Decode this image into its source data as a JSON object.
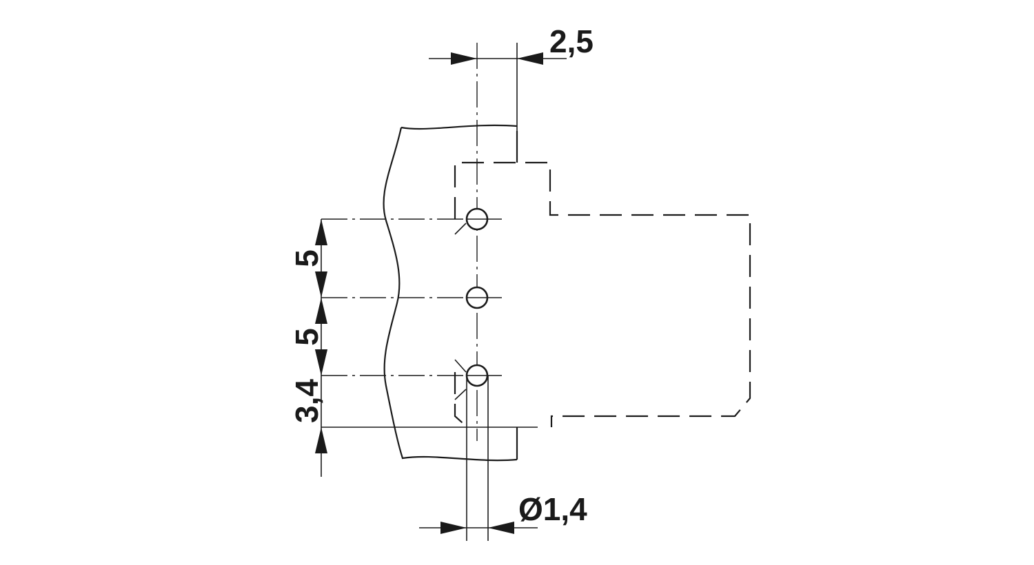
{
  "dimensions": {
    "pitch_width": "2,5",
    "pitch_top": "5",
    "pitch_bottom": "5",
    "edge_offset": "3,4",
    "hole_diameter": "Ø1,4"
  },
  "colors": {
    "line": "#1a1a1a",
    "background": "#ffffff"
  }
}
